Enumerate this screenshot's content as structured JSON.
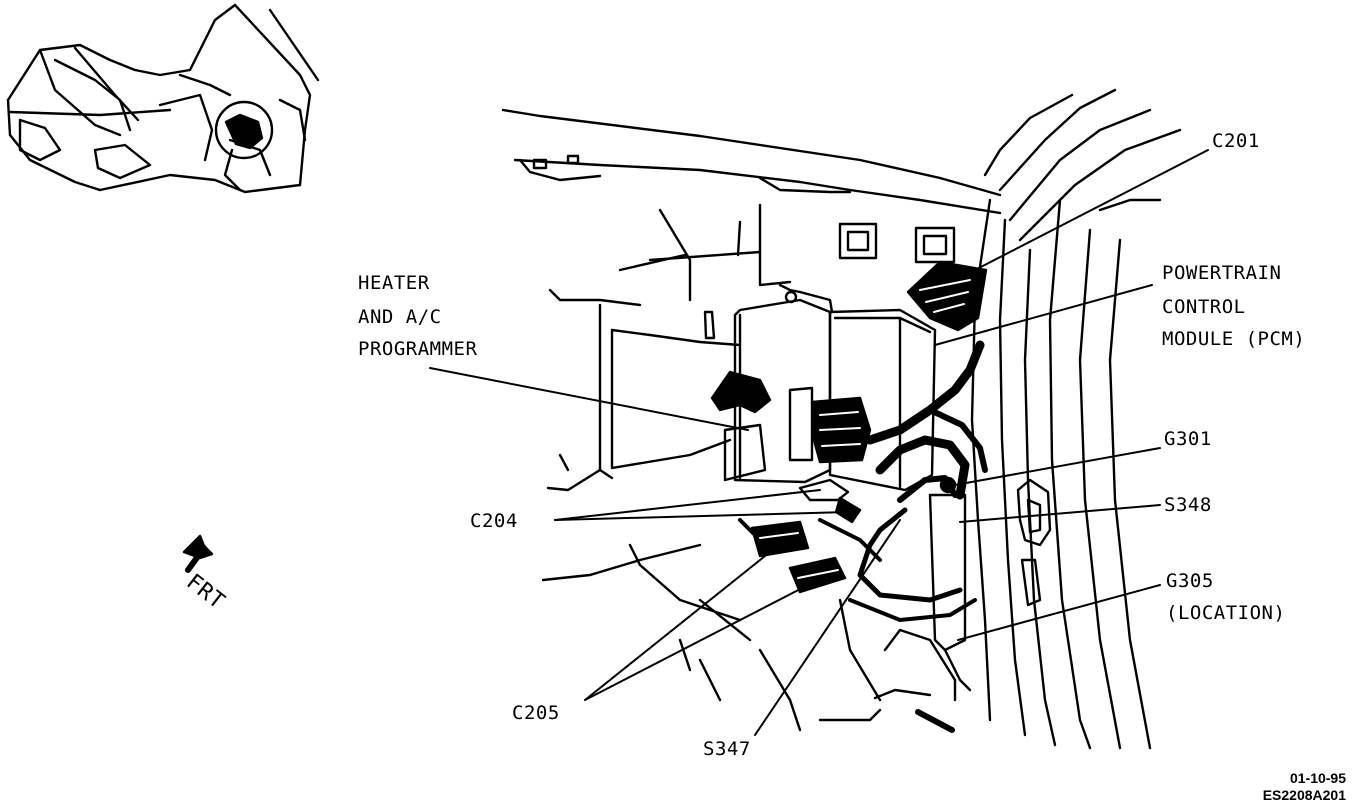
{
  "labels": {
    "c201": "C201",
    "pcm": [
      "POWERTRAIN",
      "CONTROL",
      "MODULE (PCM)"
    ],
    "heater": [
      "HEATER",
      "AND A/C",
      "PROGRAMMER"
    ],
    "g301": "G301",
    "s348": "S348",
    "g305": [
      "G305",
      "(LOCATION)"
    ],
    "c204": "C204",
    "c205": "C205",
    "s347": "S347",
    "frt": "FRT"
  },
  "footer": {
    "date": "01-10-95",
    "figure_code": "ES2208A201"
  },
  "colors": {
    "ink": "#000000",
    "paper": "#ffffff"
  }
}
